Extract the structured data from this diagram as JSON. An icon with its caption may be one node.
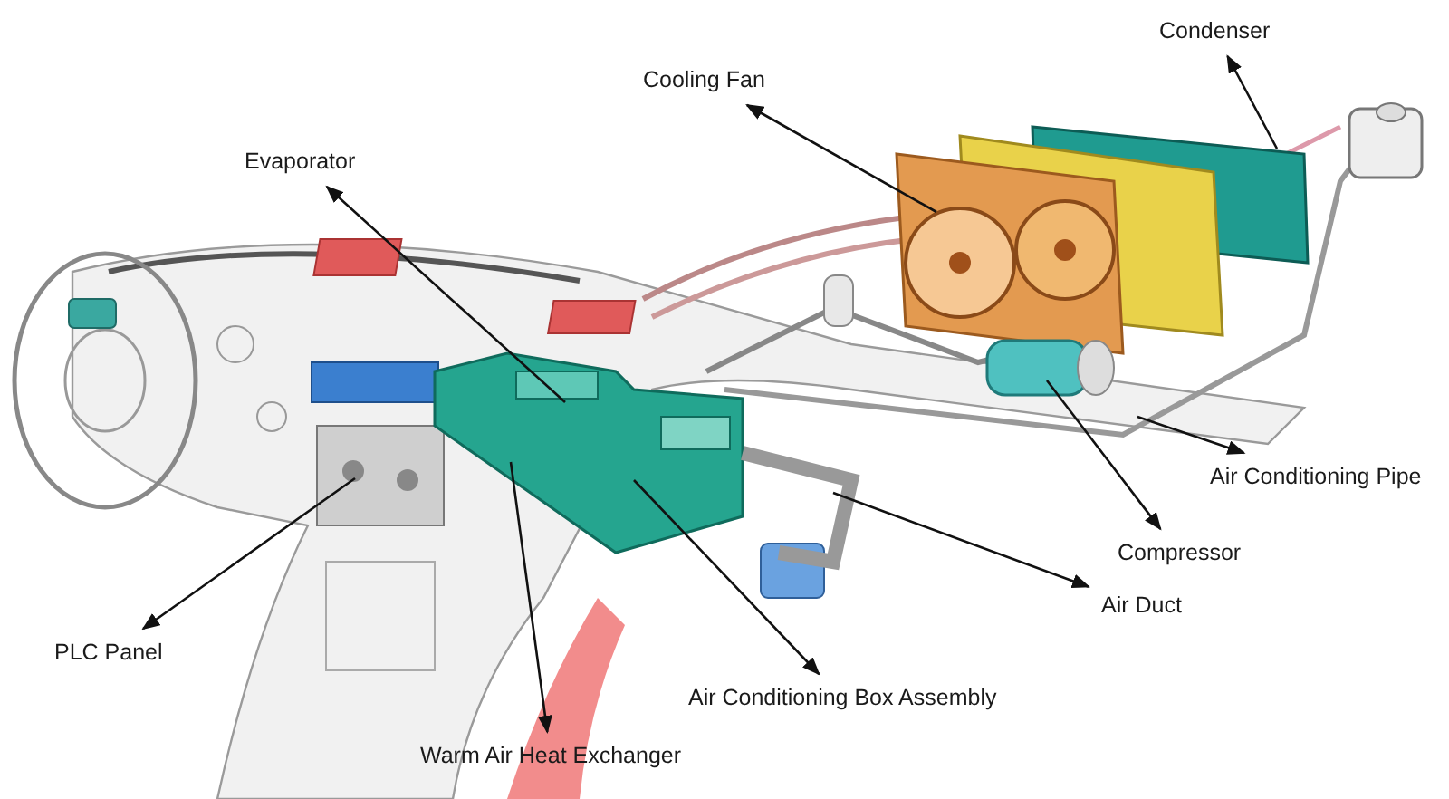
{
  "diagram": {
    "nodes": [
      {
        "text": [
          "Condenser"
        ]
      },
      {
        "text": [
          "Cooling Fan"
        ]
      },
      {
        "text": [
          "Evaporator"
        ]
      },
      {
        "text": [
          "Air Conditioning Pipe"
        ]
      },
      {
        "text": [
          "Compressor"
        ]
      },
      {
        "text": [
          "Air Duct"
        ]
      },
      {
        "text": [
          "PLC Panel"
        ]
      },
      {
        "text": [
          "Air Conditioning Box Assembly"
        ]
      },
      {
        "text": [
          "Warm Air Heat Exchanger"
        ]
      }
    ],
    "edges": [
      {
        "from": null,
        "to": 0,
        "arrow": "to"
      },
      {
        "from": null,
        "to": 1,
        "arrow": "to"
      },
      {
        "from": null,
        "to": 2,
        "arrow": "to"
      },
      {
        "from": null,
        "to": 3,
        "arrow": "to"
      },
      {
        "from": null,
        "to": 4,
        "arrow": "to"
      },
      {
        "from": null,
        "to": 5,
        "arrow": "to"
      },
      {
        "from": null,
        "to": 6,
        "arrow": "to"
      },
      {
        "from": null,
        "to": 7,
        "arrow": "to"
      },
      {
        "from": null,
        "to": 8,
        "arrow": "to"
      }
    ]
  }
}
